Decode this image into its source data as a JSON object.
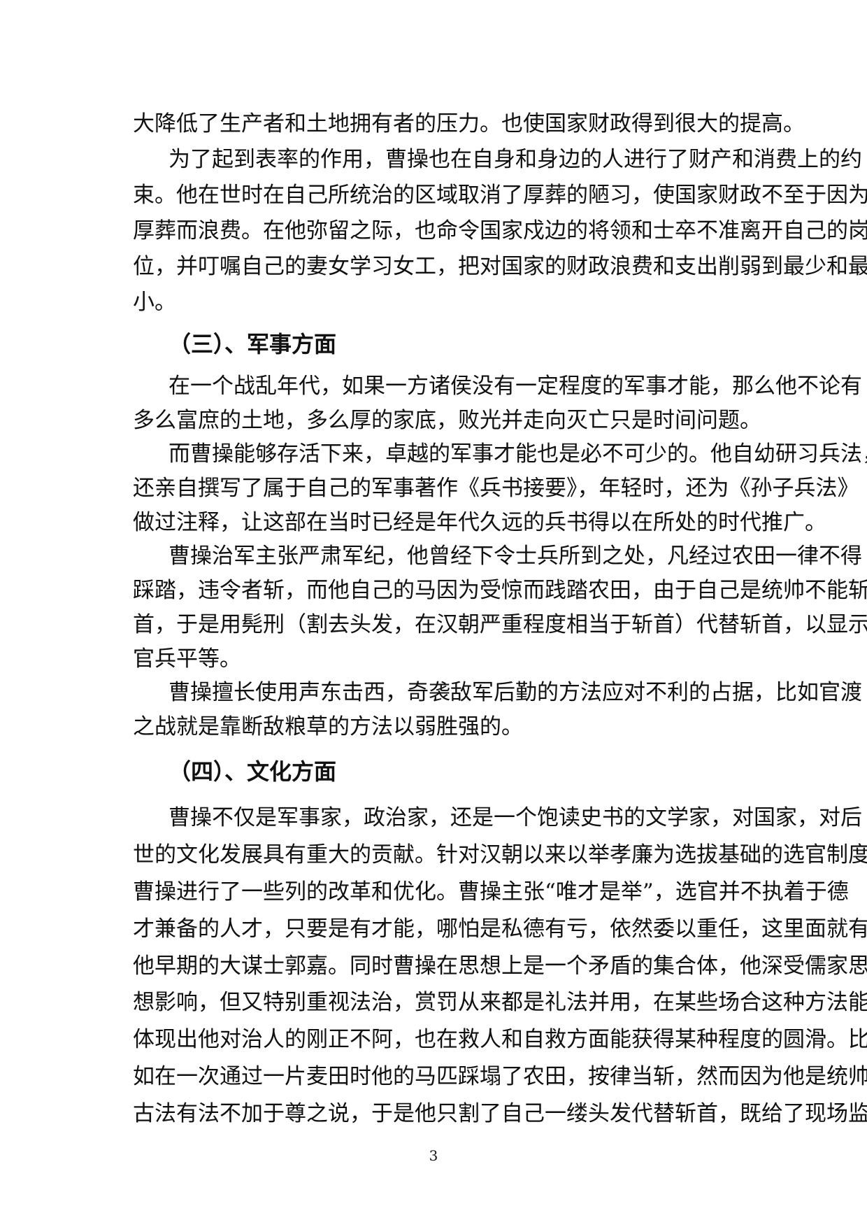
{
  "blocks": [
    {
      "paragraphs": [
        {
          "continued": true,
          "lines": [
            "大降低了生产者和土地拥有者的压力。也使国家财政得到很大的提高。"
          ]
        },
        {
          "lines": [
            "为了起到表率的作用，曹操也在自身和身边的人进行了财产和消费上的约",
            "束。他在世时在自己所统治的区域取消了厚葬的陋习，使国家财政不至于因为",
            "厚葬而浪费。在他弥留之际，也命令国家戍边的将领和士卒不准离开自己的岗",
            "位，并叮嘱自己的妻女学习女工，把对国家的财政浪费和支出削弱到最少和最",
            "小。"
          ]
        }
      ]
    },
    {
      "heading": "（三）、军事方面",
      "paragraphs": [
        {
          "lines": [
            "在一个战乱年代，如果一方诸侯没有一定程度的军事才能，那么他不论有",
            "多么富庶的土地，多么厚的家底，败光并走向灭亡只是时间问题。"
          ]
        },
        {
          "lines": [
            "而曹操能够存活下来，卓越的军事才能也是必不可少的。他自幼研习兵法，",
            "还亲自撰写了属于自己的军事著作《兵书接要》，年轻时，还为《孙子兵法》",
            "做过注释，让这部在当时已经是年代久远的兵书得以在所处的时代推广。"
          ]
        },
        {
          "lines": [
            "曹操治军主张严肃军纪，他曾经下令士兵所到之处，凡经过农田一律不得",
            "踩踏，违令者斩，而他自己的马因为受惊而践踏农田，由于自己是统帅不能斩",
            "首，于是用髡刑（割去头发，在汉朝严重程度相当于斩首）代替斩首，以显示",
            "官兵平等。"
          ]
        },
        {
          "lines": [
            "曹操擅长使用声东击西，奇袭敌军后勤的方法应对不利的占据，比如官渡",
            "之战就是靠断敌粮草的方法以弱胜强的。"
          ]
        }
      ]
    },
    {
      "heading": "（四）、文化方面",
      "paragraphs": [
        {
          "continues": true,
          "lines": [
            "曹操不仅是军事家，政治家，还是一个饱读史书的文学家，对国家，对后",
            "世的文化发展具有重大的贡献。针对汉朝以来以举孝廉为选拔基础的选官制度，",
            "曹操进行了一些列的改革和优化。曹操主张“唯才是举”，选官并不执着于德",
            "才兼备的人才，只要是有才能，哪怕是私德有亏，依然委以重任，这里面就有",
            "他早期的大谋士郭嘉。同时曹操在思想上是一个矛盾的集合体，他深受儒家思",
            "想影响，但又特别重视法治，赏罚从来都是礼法并用，在某些场合这种方法能",
            "体现出他对治人的刚正不阿，也在救人和自救方面能获得某种程度的圆滑。比",
            "如在一次通过一片麦田时他的马匹踩塌了农田，按律当斩，然而因为他是统帅，",
            "古法有法不加于尊之说，于是他只割了自己一缕头发代替斩首，既给了现场监"
          ]
        }
      ]
    }
  ],
  "page_number": "3"
}
